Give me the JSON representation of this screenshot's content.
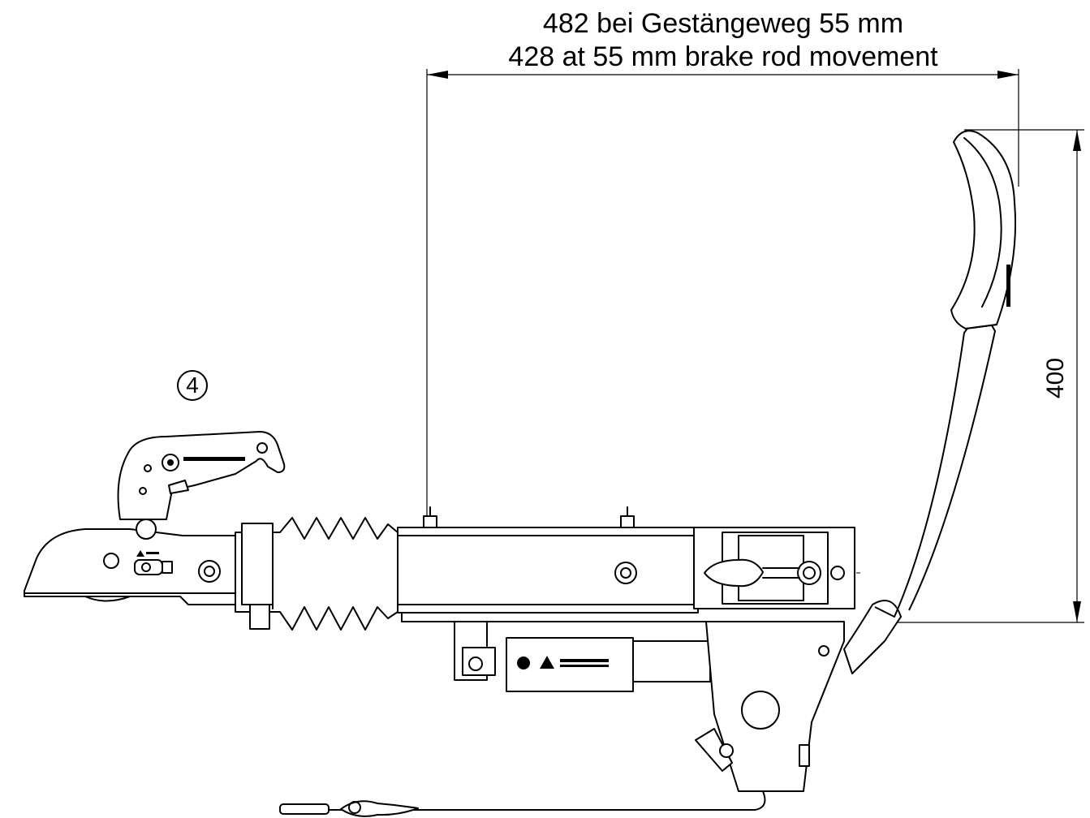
{
  "dimensions": {
    "length_de": "482 bei Gestängeweg 55 mm",
    "length_en": "428 at 55 mm brake rod movement",
    "height": "400"
  },
  "callout": "4",
  "colors": {
    "line": "#000000",
    "background": "#ffffff"
  }
}
